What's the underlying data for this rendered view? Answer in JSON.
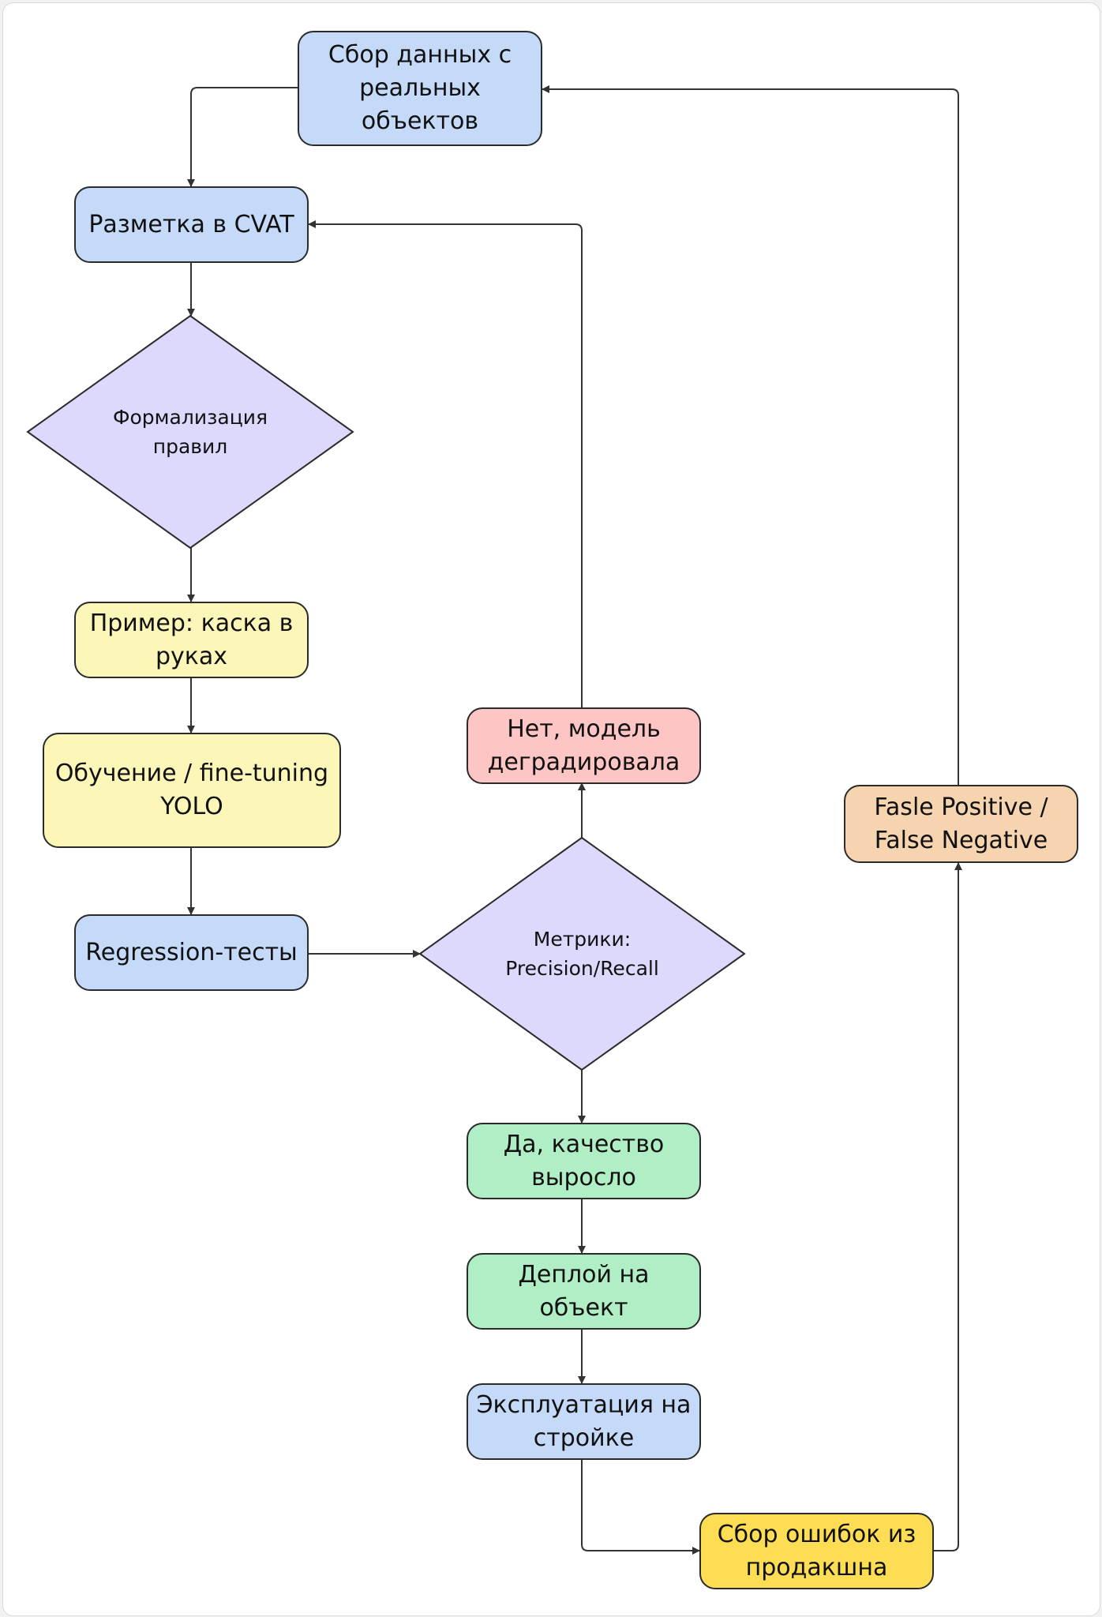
{
  "colors": {
    "blue": "#c5daf9",
    "yellow": "#fcf6b8",
    "green": "#b0efc6",
    "red": "#fdc6c5",
    "orange": "#f7d4b0",
    "gold": "#fddd54",
    "diamond": "#dcd9fc",
    "line": "#333333"
  },
  "nodes": {
    "data_collection": [
      "Сбор данных с",
      "реальных объектов"
    ],
    "annotation": [
      "Разметка в CVAT"
    ],
    "formalization": [
      "Формализация",
      "правил"
    ],
    "example": [
      "Пример: каска в",
      "руках"
    ],
    "training": [
      "Обучение / fine-tuning",
      "YOLO"
    ],
    "regression": [
      "Regression-тесты"
    ],
    "metrics": [
      "Метрики:",
      "Precision/Recall"
    ],
    "degraded": [
      "Нет, модель",
      "деградировала"
    ],
    "improved": [
      "Да, качество",
      "выросло"
    ],
    "deploy": [
      "Деплой на объект"
    ],
    "operation": [
      "Эксплуатация на",
      "стройке"
    ],
    "error_collection": [
      "Сбор ошибок из",
      "продакшна"
    ],
    "fp_fn": [
      "Fasle Positive /",
      "False Negative"
    ]
  }
}
